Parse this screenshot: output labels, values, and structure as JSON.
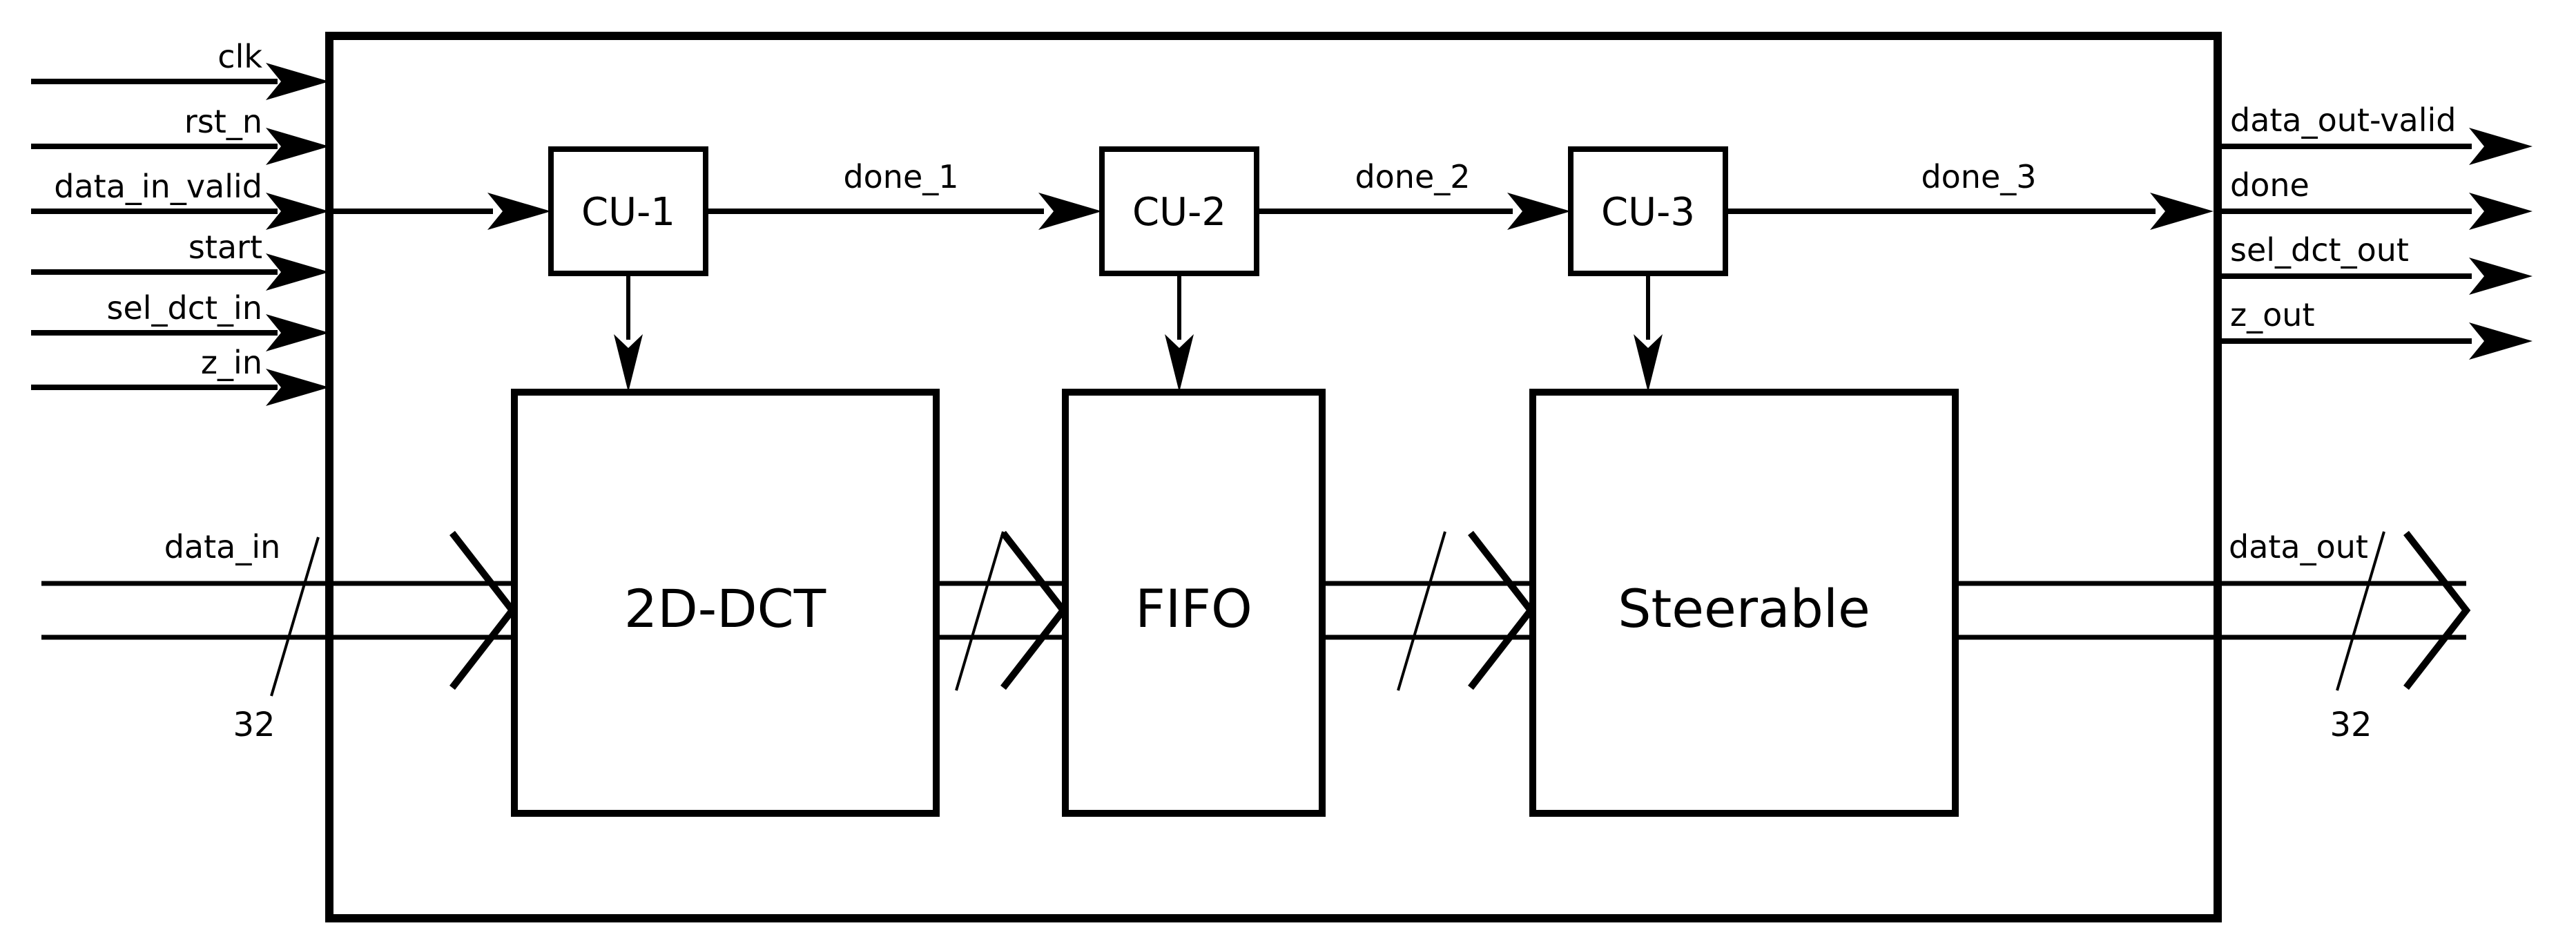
{
  "diagram": {
    "type": "hardware block diagram",
    "inputs": [
      "clk",
      "rst_n",
      "data_in_valid",
      "start",
      "sel_dct_in",
      "z_in"
    ],
    "outputs": [
      "data_out-valid",
      "done",
      "sel_dct_out",
      "z_out"
    ],
    "control_units": [
      "CU-1",
      "CU-2",
      "CU-3"
    ],
    "done_signals": [
      "done_1",
      "done_2",
      "done_3"
    ],
    "blocks": [
      "2D-DCT",
      "FIFO",
      "Steerable"
    ],
    "bus_in": {
      "label": "data_in",
      "width": "32"
    },
    "bus_out": {
      "label": "data_out",
      "width": "32"
    },
    "colors": {
      "ink": "#000000",
      "background": "#ffffff"
    }
  }
}
